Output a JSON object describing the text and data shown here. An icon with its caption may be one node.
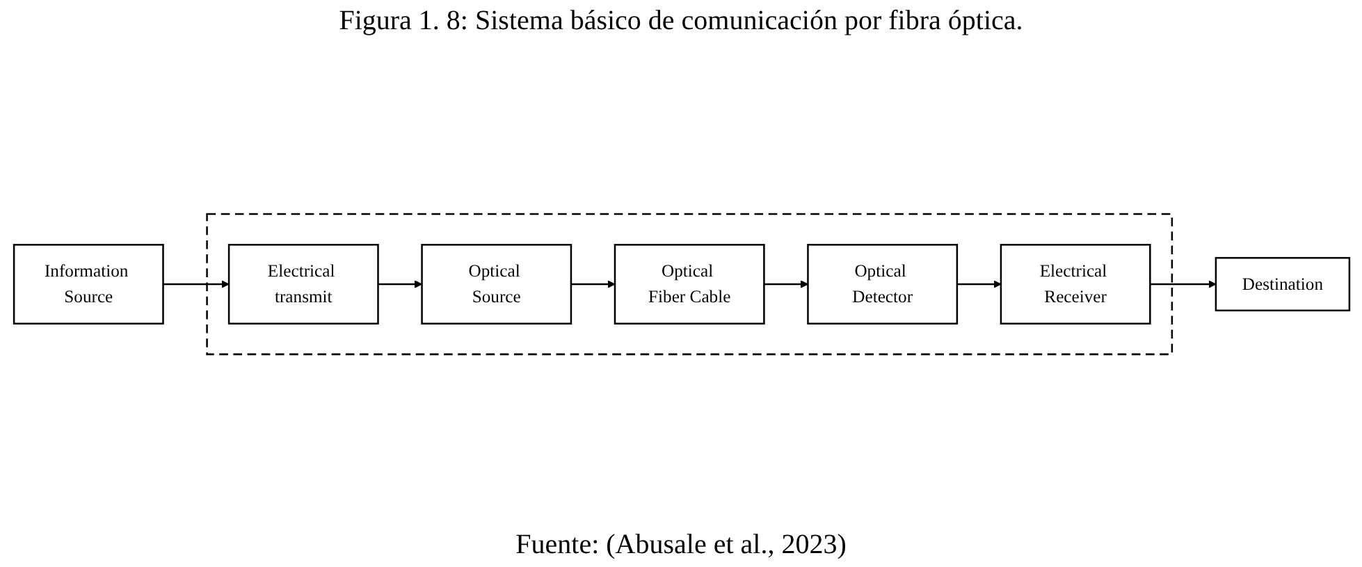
{
  "diagram": {
    "title": "Figura 1. 8: Sistema básico de comunicación por fibra óptica.",
    "caption": "Fuente: (Abusale et al., 2023)",
    "nodes": [
      {
        "text": [
          "Information Source"
        ]
      },
      {
        "text": [],
        "shape": "box"
      },
      {
        "text": [
          "Electrical transmit"
        ],
        "in": 1
      },
      {
        "text": [
          "Optical Source"
        ],
        "in": 1
      },
      {
        "text": [
          "Optical Fiber Cable"
        ],
        "in": 1
      },
      {
        "text": [
          "Optical Detector"
        ],
        "in": 1
      },
      {
        "text": [
          "Electrical Receiver"
        ],
        "in": 1
      },
      {
        "text": [
          "Destination"
        ]
      }
    ],
    "edges": [
      {
        "from": 0,
        "to": 2,
        "arrow": "to"
      },
      {
        "from": 2,
        "to": 3,
        "arrow": "to"
      },
      {
        "from": 3,
        "to": 4,
        "arrow": "to"
      },
      {
        "from": 4,
        "to": 5,
        "arrow": "to"
      },
      {
        "from": 5,
        "to": 6,
        "arrow": "to"
      },
      {
        "from": 6,
        "to": 7,
        "arrow": "to"
      }
    ]
  }
}
